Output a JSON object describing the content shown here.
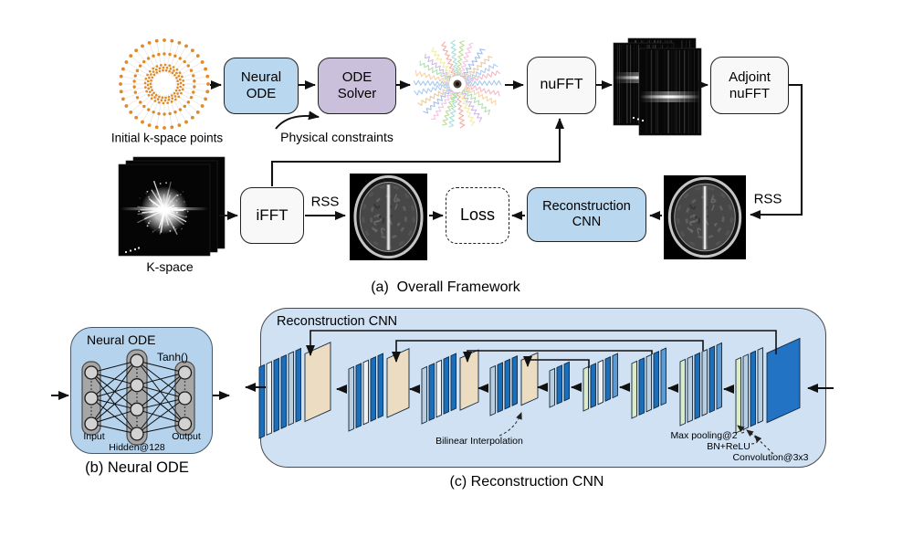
{
  "panel_a": {
    "caption": "(a)  Overall Framework",
    "initial_kspace_label": "Initial k-space points",
    "neural_ode_box": "Neural ODE",
    "ode_solver_box": "ODE Solver",
    "physical_constraints_label": "Physical constraints",
    "nufft_box": "nuFFT",
    "adjoint_nufft_box": "Adjoint nuFFT",
    "kspace_label": "K-space",
    "ifft_box": "iFFT",
    "rss_after_ifft": "RSS",
    "rss_after_adjoint": "RSS",
    "loss_box": "Loss",
    "recon_cnn_box": "Reconstruction CNN"
  },
  "panel_b": {
    "caption": "(b) Neural ODE",
    "title": "Neural ODE",
    "activation_label": "Tanh()",
    "input_label": "Input",
    "hidden_label": "Hidden@128",
    "output_label": "Output"
  },
  "panel_c": {
    "caption": "(c) Reconstruction CNN",
    "title": "Reconstruction CNN",
    "bilinear_label": "Bilinear Interpolation",
    "maxpool_label": "Max pooling@2",
    "bnrelu_label": "BN+ReLU",
    "conv_label": "Convolution@3x3"
  },
  "colors": {
    "box_blue": "#b9d7ee",
    "box_lavender": "#cbc0dc",
    "box_white": "#f8f8f8",
    "panel_b_blue": "#b5d3ec",
    "panel_c_blue": "#cfe1f3",
    "slab_blue": "#1a6fbd",
    "slab_sky": "#5b9bd5",
    "slab_light": "#b9cfe0",
    "slab_white": "#eff3f6",
    "slab_green": "#dcebc8",
    "plate_cream": "#ecdcc2",
    "plate_blue": "#2273c3",
    "dot_orange": "#df8a26",
    "node_gray": "#d2d2d2",
    "bar_gray": "#a6a6a6",
    "pastel": [
      "#a7c7f2",
      "#f2b3c1",
      "#f7cf9e",
      "#abdcab",
      "#cdb3e4",
      "#f2ea9e",
      "#f0a89e",
      "#9fdcd6",
      "#b8d98d",
      "#f5bfe3",
      "#9db8ec",
      "#e8c79a"
    ]
  }
}
